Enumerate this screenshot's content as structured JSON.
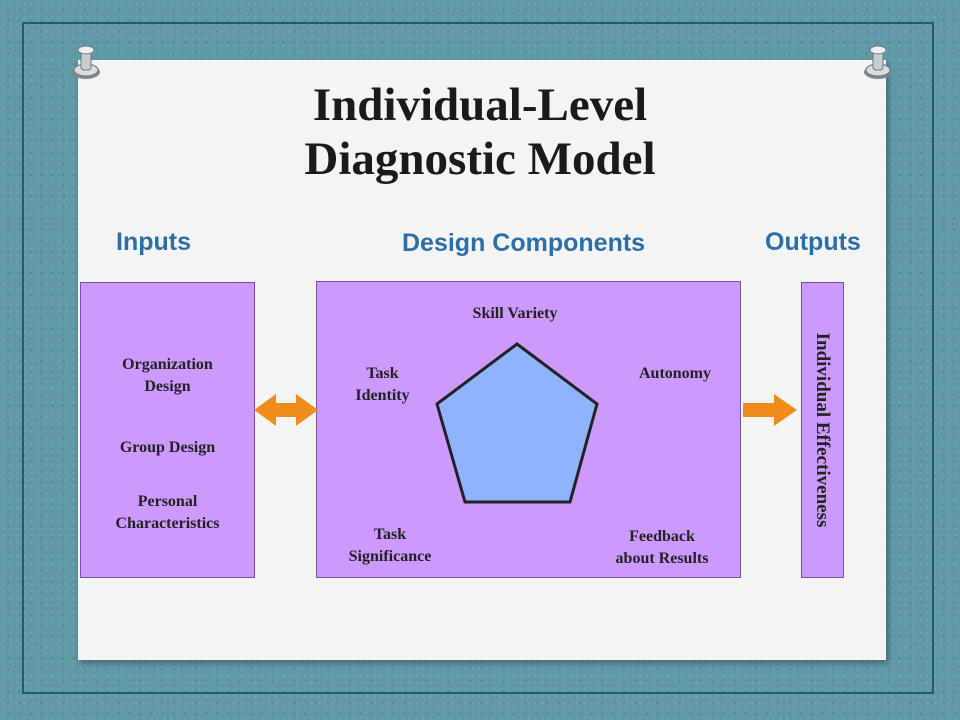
{
  "title": {
    "line1": "Individual-Level",
    "line2": "Diagnostic Model"
  },
  "headings": {
    "inputs": "Inputs",
    "design": "Design Components",
    "outputs": "Outputs"
  },
  "inputs": {
    "org_line1": "Organization",
    "org_line2": "Design",
    "group": "Group Design",
    "personal_line1": "Personal",
    "personal_line2": "Characteristics"
  },
  "components": {
    "skill_variety": "Skill Variety",
    "autonomy": "Autonomy",
    "task_identity_line1": "Task",
    "task_identity_line2": "Identity",
    "task_significance_line1": "Task",
    "task_significance_line2": "Significance",
    "feedback_line1": "Feedback",
    "feedback_line2": "about Results"
  },
  "outputs": {
    "effectiveness": "Individual Effectiveness"
  },
  "colors": {
    "box_fill": "#cc99ff",
    "pentagon_fill": "#8fb3ff",
    "arrow": "#f08c1c",
    "heading": "#2b6fa6"
  },
  "icons": {
    "pins": "pushpin-icon",
    "double_arrow": "double-arrow-icon",
    "right_arrow": "right-arrow-icon"
  }
}
